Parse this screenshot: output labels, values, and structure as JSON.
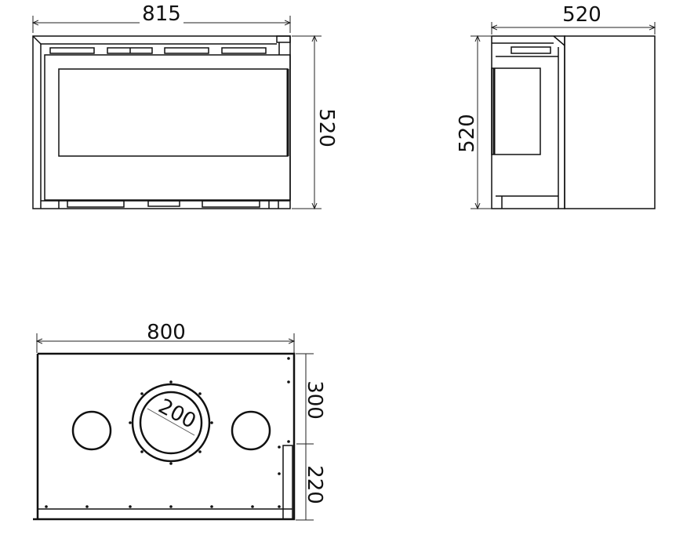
{
  "front_view": {
    "width_label": "815",
    "height_label": "520"
  },
  "side_view": {
    "depth_label": "520",
    "height_label": "520"
  },
  "top_view": {
    "width_label": "800",
    "flue_diameter_label": "200",
    "offset_upper_label": "300",
    "offset_lower_label": "220"
  }
}
